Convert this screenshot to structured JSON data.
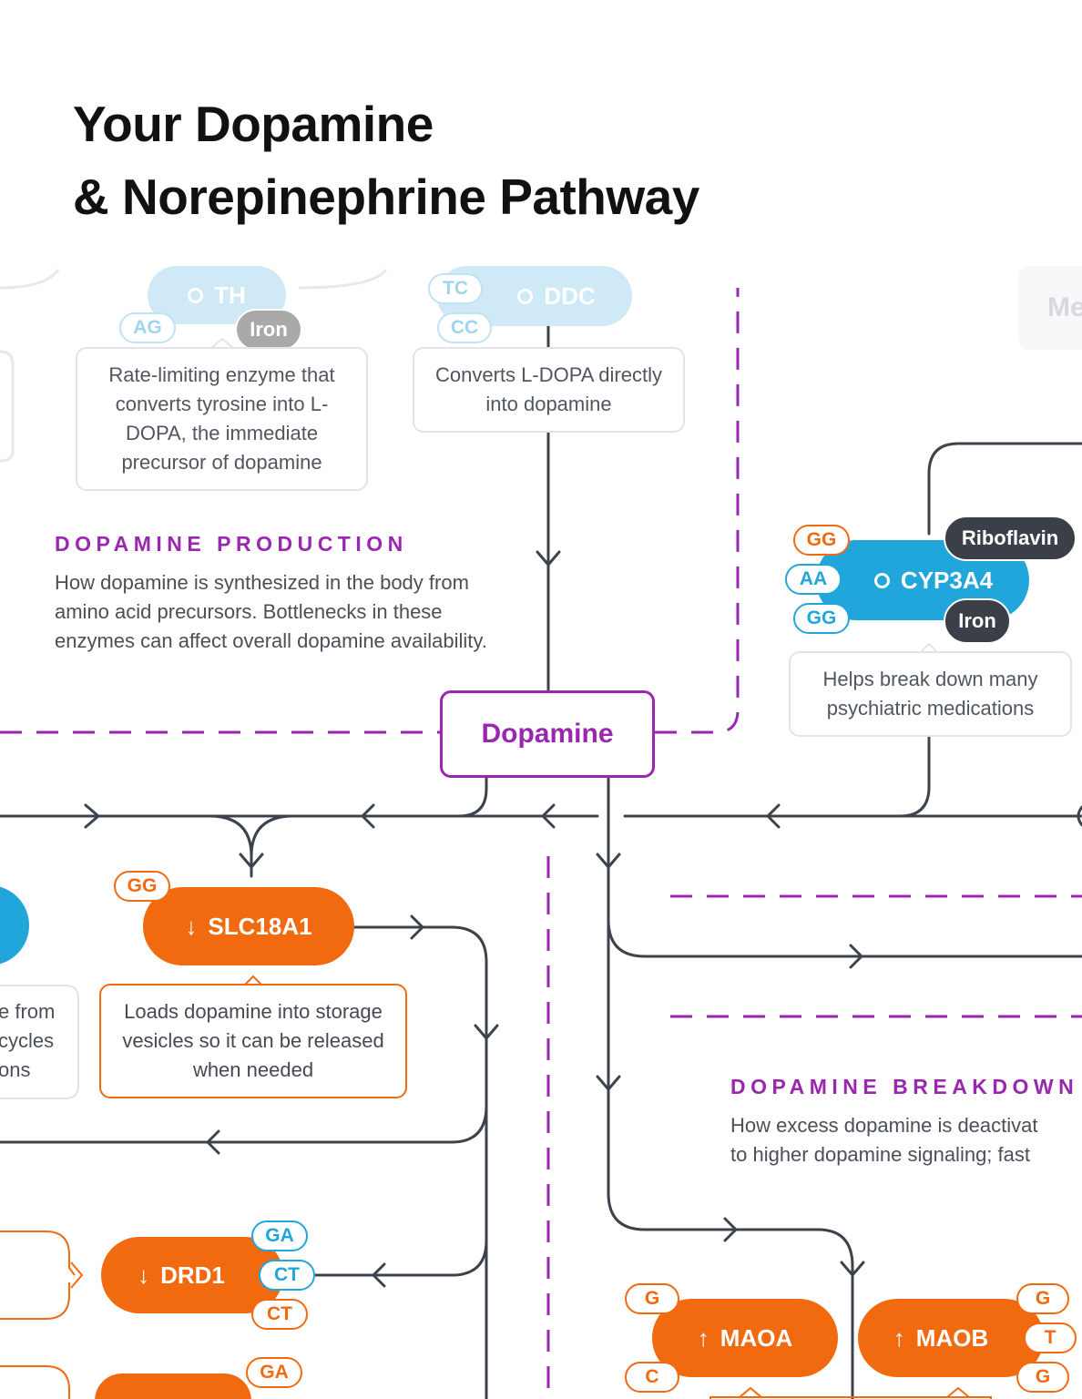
{
  "title": {
    "line1": "Your Dopamine",
    "line2": "& Norepinephrine Pathway"
  },
  "colors": {
    "orange": "#f26a10",
    "blue": "#21a6dc",
    "purple": "#9b27b0",
    "dark": "#3b4048",
    "line": "#3d434c"
  },
  "genes": {
    "th": {
      "label": "TH",
      "genotype": "AG",
      "cofactor": "Iron",
      "description": "Rate-limiting enzyme that converts tyrosine into L-DOPA, the immediate precursor of dopamine"
    },
    "ddc": {
      "label": "DDC",
      "genotypes": [
        "TC",
        "CC"
      ],
      "description": "Converts L-DOPA directly into dopamine"
    },
    "cyp3a4": {
      "label": "CYP3A4",
      "genotypes": [
        "GG",
        "AA",
        "GG"
      ],
      "cofactors": [
        "Riboflavin",
        "Iron"
      ],
      "description": "Helps break down many psychiatric medications"
    },
    "slc18a1": {
      "arrow": "↓",
      "label": "SLC18A1",
      "genotype": "GG",
      "description": "Loads dopamine into storage vesicles so it can be released when needed"
    },
    "drd1": {
      "arrow": "↓",
      "label": "DRD1",
      "genotypes": [
        "GA",
        "CT",
        "CT"
      ]
    },
    "maoa": {
      "arrow": "↑",
      "label": "MAOA",
      "genotypes": [
        "G",
        "C"
      ]
    },
    "maob": {
      "arrow": "↑",
      "label": "MAOB",
      "genotypes": [
        "G",
        "T",
        "G"
      ]
    },
    "partial_bottom": {
      "genotype": "GA"
    },
    "partial_right": {
      "label": "Me"
    }
  },
  "sections": {
    "production": {
      "heading": "DOPAMINE PRODUCTION",
      "text": "How dopamine is synthesized in the body from amino acid precursors. Bottlenecks in these enzymes can affect overall dopamine availability."
    },
    "breakdown": {
      "heading": "DOPAMINE BREAKDOWN",
      "line1": "How excess dopamine is deactivat",
      "line2": "to higher dopamine signaling; fast"
    }
  },
  "dopamine_label": "Dopamine",
  "left_clipped_text": [
    "e from",
    "cycles",
    "ons"
  ]
}
